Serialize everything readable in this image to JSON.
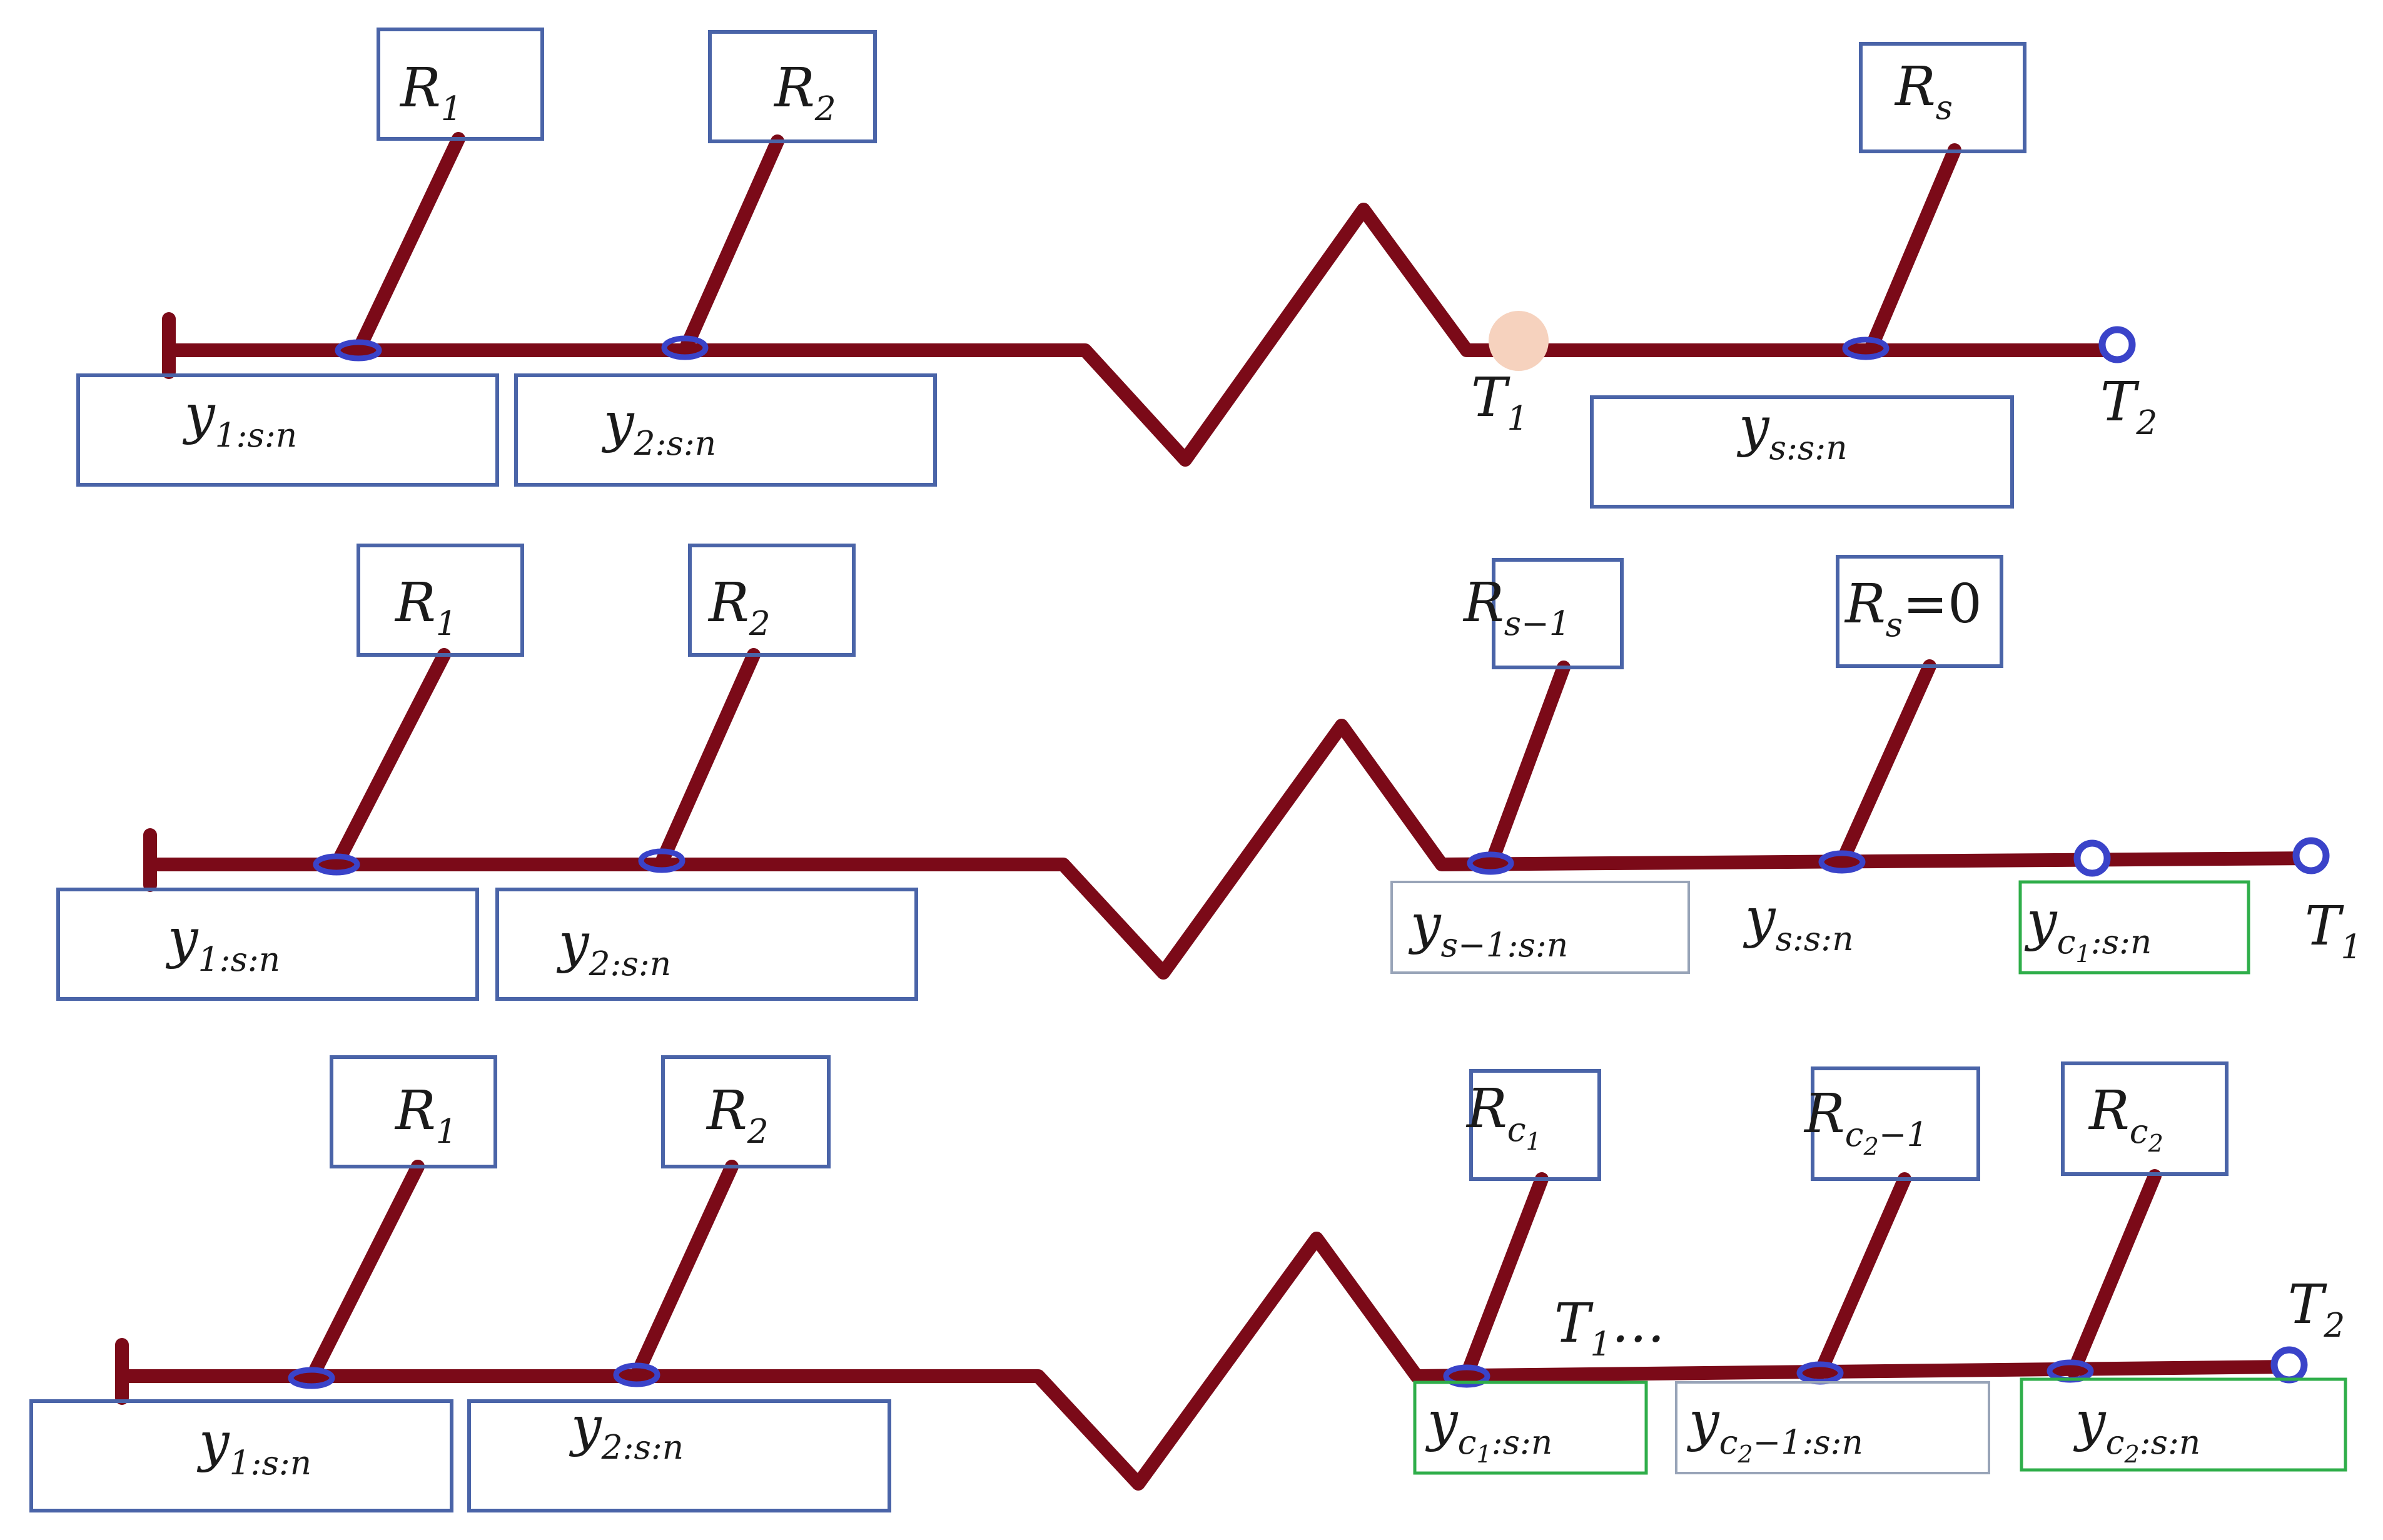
{
  "colors": {
    "line": "#7b0a18",
    "node": "#3a43c9",
    "blue_box": "#4a64a8",
    "gray_box": "#98a4b8",
    "green_box": "#2fae4a",
    "start_node": "#f6d2be"
  },
  "labels": {
    "R": "R",
    "y": "y",
    "T": "T",
    "eq_zero": "=0",
    "ellipsis": "…",
    "sub_1": "1",
    "sub_2": "2",
    "sub_s": "s",
    "sub_s_minus_1": "s−1",
    "sub_c1": "c",
    "sub_c1_index": "1",
    "sub_c2": "c",
    "sub_c2_index": "2",
    "sub_c2_minus_1_tail": "−1",
    "range_tail": ":s:n",
    "y1_sub": "1:s:n",
    "y2_sub": "2:s:n",
    "ys_sub": "s:s:n",
    "ys_minus_1_sub": "s−1:s:n"
  }
}
